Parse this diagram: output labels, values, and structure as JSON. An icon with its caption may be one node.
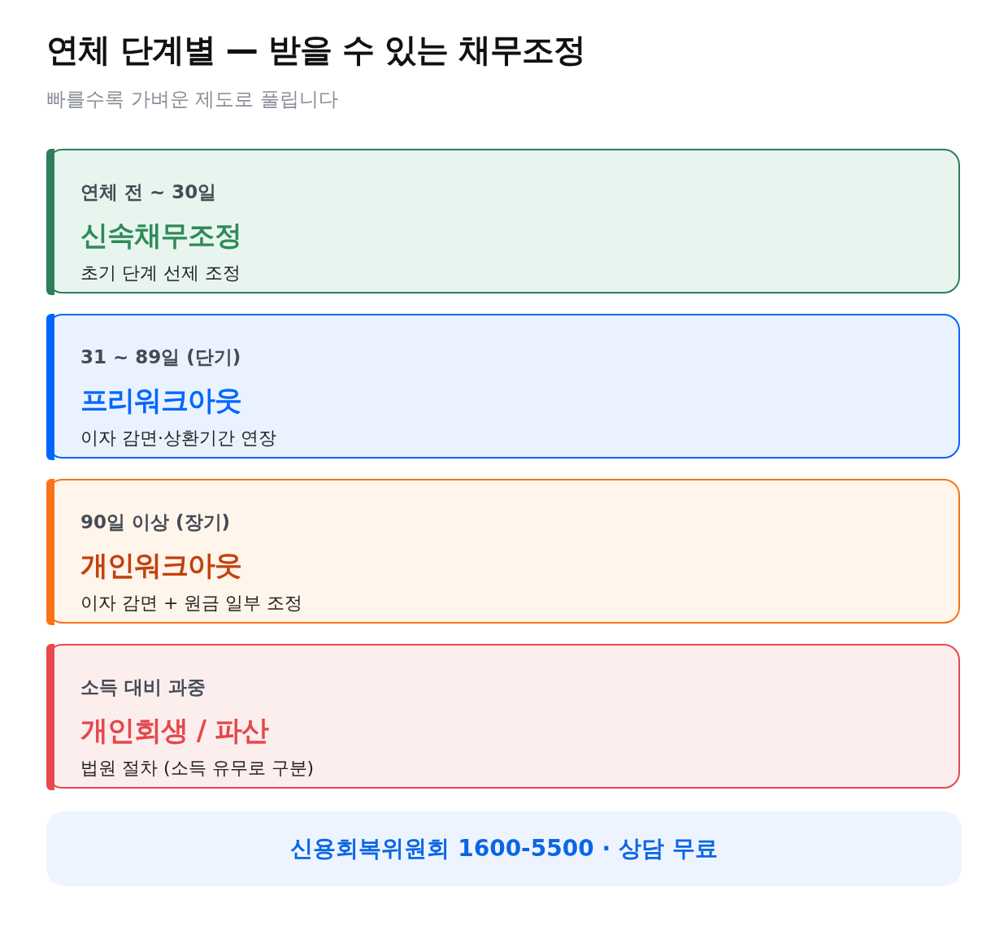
{
  "diagram": {
    "title": "연체 단계별 — 받을 수 있는 채무조정",
    "caption": "빠를수록 가벼운 제도로 풀립니다",
    "nodes": [
      {
        "text": [
          "연체 전 ~ 30일",
          "신속채무조정",
          "초기 단계 선제 조정"
        ]
      },
      {
        "text": [
          "31 ~ 89일 (단기)",
          "프리워크아웃",
          "이자 감면·상환기간 연장"
        ]
      },
      {
        "text": [
          "90일 이상 (장기)",
          "개인워크아웃",
          "이자 감면 + 원금 일부 조정"
        ]
      },
      {
        "text": [
          "소득 대비 과중",
          "개인회생 / 파산",
          "법원 절차 (소득 유무로 구분)"
        ]
      },
      {
        "text": [
          "신용회복위원회 1600-5500 · 상담 무료"
        ]
      }
    ]
  }
}
